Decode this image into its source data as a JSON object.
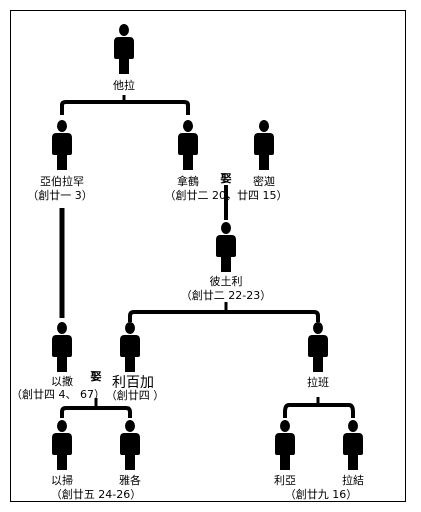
{
  "people": {
    "terah": "他拉",
    "abraham": "亞伯拉罕",
    "abraham_ref": "（創廿一 3）",
    "nahor": "拿鶴",
    "milcah": "密迦",
    "nahor_ref": "（創廿二 20，廿四 15）",
    "bethuel": "彼土利",
    "bethuel_ref": "（創廿二 22-23）",
    "isaac": "以撒",
    "isaac_ref": "（創廿四 4、 67）",
    "rebekah": "利百加",
    "rebekah_ref": "（創廿四 ）",
    "laban": "拉班",
    "esau": "以掃",
    "jacob": "雅各",
    "esau_jacob_ref": "（創廿五 24-26）",
    "leah": "利亞",
    "rachel": "拉結",
    "leah_rachel_ref": "（創廿九 16）"
  },
  "marriage_label": "娶"
}
